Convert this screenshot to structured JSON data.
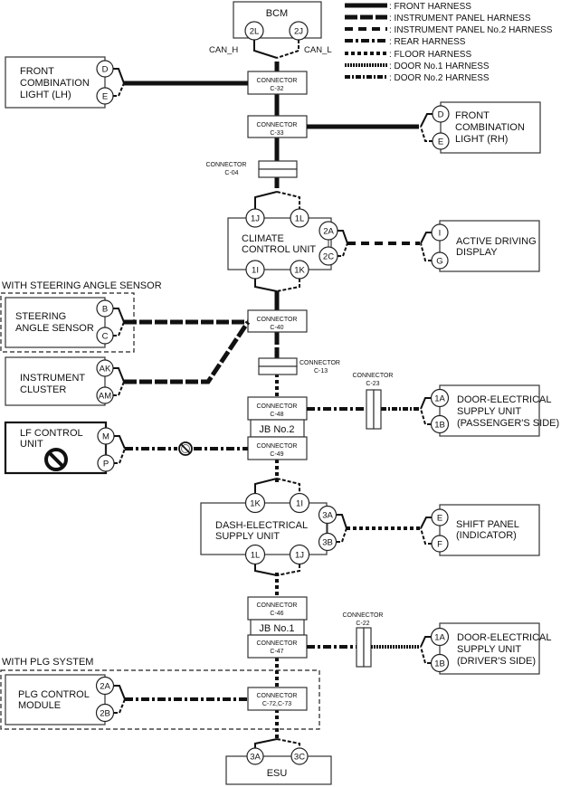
{
  "title": "CAN system wiring diagram",
  "legend": [
    {
      "key": "front",
      "label": ": FRONT HARNESS"
    },
    {
      "key": "ip",
      "label": ": INSTRUMENT PANEL HARNESS"
    },
    {
      "key": "ip2",
      "label": ": INSTRUMENT PANEL No.2 HARNESS"
    },
    {
      "key": "rear",
      "label": ": REAR HARNESS"
    },
    {
      "key": "floor",
      "label": ": FLOOR HARNESS"
    },
    {
      "key": "door1",
      "label": ": DOOR No.1 HARNESS"
    },
    {
      "key": "door2",
      "label": ": DOOR No.2 HARNESS"
    }
  ],
  "units": {
    "bcm": {
      "name": "BCM",
      "pins": [
        "2L",
        "2J"
      ],
      "can_h": "CAN_H",
      "can_l": "CAN_L"
    },
    "fcl_lh": {
      "lines": [
        "FRONT",
        "COMBINATION",
        "LIGHT (LH)"
      ],
      "pins": [
        "D",
        "E"
      ]
    },
    "fcl_rh": {
      "lines": [
        "FRONT",
        "COMBINATION",
        "LIGHT (RH)"
      ],
      "pins": [
        "D",
        "E"
      ]
    },
    "climate": {
      "lines": [
        "CLIMATE",
        "CONTROL UNIT"
      ],
      "pins": [
        "1J",
        "1L",
        "1I",
        "1K",
        "2A",
        "2C"
      ]
    },
    "add": {
      "lines": [
        "ACTIVE DRIVING",
        "DISPLAY"
      ],
      "pins": [
        "I",
        "G"
      ]
    },
    "steering": {
      "group": "WITH STEERING ANGLE SENSOR",
      "lines": [
        "STEERING",
        "ANGLE SENSOR"
      ],
      "pins": [
        "B",
        "C"
      ]
    },
    "cluster": {
      "lines": [
        "INSTRUMENT",
        "CLUSTER"
      ],
      "pins": [
        "AK",
        "AM"
      ]
    },
    "lf": {
      "lines": [
        "LF CONTROL",
        "UNIT"
      ],
      "pins": [
        "M",
        "P"
      ]
    },
    "door_pass": {
      "lines": [
        "DOOR-ELECTRICAL",
        "SUPPLY UNIT",
        "(PASSENGER'S SIDE)"
      ],
      "pins": [
        "1A",
        "1B"
      ]
    },
    "dash": {
      "lines": [
        "DASH-ELECTRICAL",
        "SUPPLY UNIT"
      ],
      "pins": [
        "1K",
        "1I",
        "1L",
        "1J",
        "3A",
        "3B"
      ]
    },
    "shift": {
      "lines": [
        "SHIFT PANEL",
        "(INDICATOR)"
      ],
      "pins": [
        "E",
        "F"
      ]
    },
    "door_drv": {
      "lines": [
        "DOOR-ELECTRICAL",
        "SUPPLY UNIT",
        "(DRIVER'S SIDE)"
      ],
      "pins": [
        "1A",
        "1B"
      ]
    },
    "plg": {
      "group": "WITH PLG SYSTEM",
      "lines": [
        "PLG CONTROL",
        "MODULE"
      ],
      "pins": [
        "2A",
        "2B"
      ]
    },
    "esu": {
      "name": "ESU",
      "pins": [
        "3A",
        "3C"
      ]
    }
  },
  "connectors": {
    "c32": {
      "label": "CONNECTOR",
      "id": "C-32"
    },
    "c33": {
      "label": "CONNECTOR",
      "id": "C-33"
    },
    "c04": {
      "label": "CONNECTOR",
      "id": "C-04"
    },
    "c40": {
      "label": "CONNECTOR",
      "id": "C-40"
    },
    "c13": {
      "label": "CONNECTOR",
      "id": "C-13"
    },
    "c23": {
      "label": "CONNECTOR",
      "id": "C-23"
    },
    "c48": {
      "label": "CONNECTOR",
      "id": "C-48"
    },
    "jb2": {
      "label": "JB No.2"
    },
    "c49": {
      "label": "CONNECTOR",
      "id": "C-49"
    },
    "c46": {
      "label": "CONNECTOR",
      "id": "C-46"
    },
    "jb1": {
      "label": "JB No.1"
    },
    "c47": {
      "label": "CONNECTOR",
      "id": "C-47"
    },
    "c22": {
      "label": "CONNECTOR",
      "id": "C-22"
    },
    "c72": {
      "label": "CONNECTOR",
      "id": "C-72,C-73"
    }
  }
}
